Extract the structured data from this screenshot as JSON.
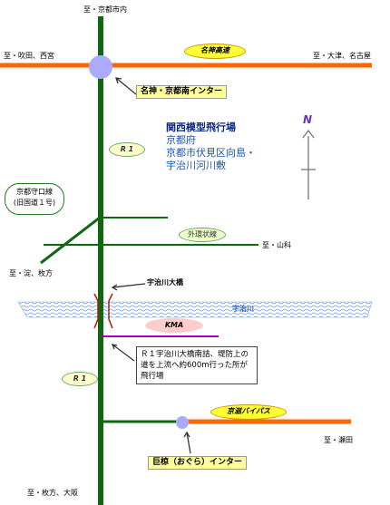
{
  "labels": {
    "north_top": "至・京都市内",
    "west_top": "至・吹田、西宮",
    "east_top": "至・大津、名古屋",
    "southwest_mid": "至・淀、枚方",
    "east_mid": "至・山科",
    "southeast_bottom": "至・瀬田",
    "south_bottom": "至・枚方、大阪"
  },
  "expressway": "名神高速",
  "interchange_north": "名神・京都南インター",
  "route_r1_upper": "R 1",
  "route_r1_lower": "R 1",
  "kyoto_old_road": "京都守口線\n(旧国道１号)",
  "outer_loop": "外環状線",
  "uji_bridge": "宇治川大橋",
  "uji_river": "宇治川",
  "kma": "KMA",
  "bypass": "京滋バイパス",
  "interchange_south": "巨椋（おぐら）インター",
  "info": {
    "title": "関西模型飛行場",
    "line1": "京都府",
    "line2": "京都市伏見区向島・",
    "line3": "宇治川河川敷"
  },
  "note": "Ｒ１宇治川大橋南詰、堤防上の道を上流へ約600m行った所が飛行場",
  "north_marker": "N",
  "colors": {
    "main_road": "#116611",
    "expressway": "#ff6600",
    "interchange": "#aaaaff",
    "river": "#3366cc",
    "kma_line": "#aa00aa"
  }
}
